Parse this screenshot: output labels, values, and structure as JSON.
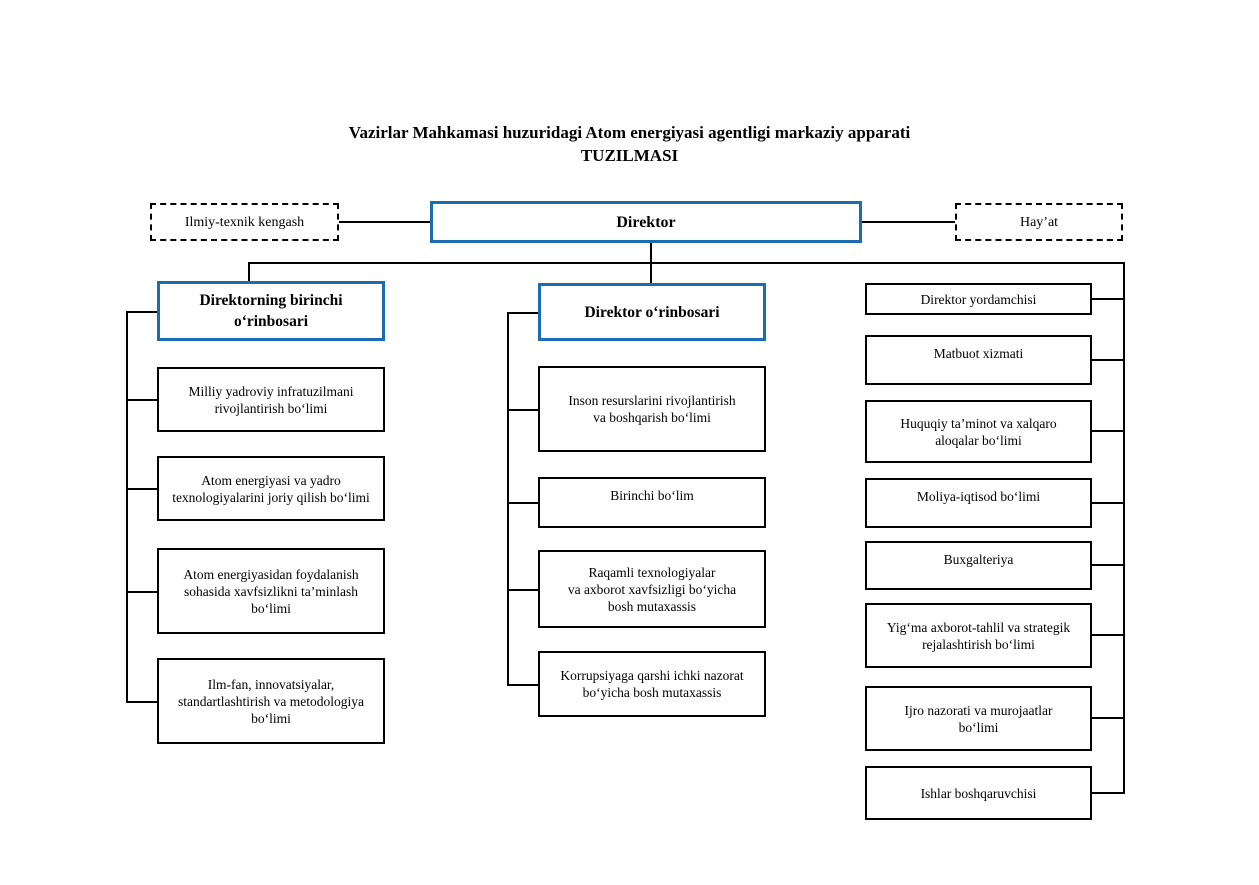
{
  "title": {
    "line1": "Vazirlar Mahkamasi huzuridagi Atom energiyasi agentligi markaziy apparati",
    "line2": "TUZILMASI"
  },
  "top_row": {
    "science_council": "Ilmiy-texnik kengash",
    "director": "Direktor",
    "board": "Hay’at"
  },
  "left_column": {
    "head": "Direktorning birinchi\no‘rinbosari",
    "items": [
      "Milliy yadroviy infratuzilmani\nrivojlantirish bo‘limi",
      "Atom energiyasi va yadro\ntexnologiyalarini joriy qilish bo‘limi",
      "Atom energiyasidan foydalanish\nsohasida xavfsizlikni ta’minlash\nbo‘limi",
      "Ilm-fan, innovatsiyalar,\nstandartlashtirish va metodologiya\nbo‘limi"
    ]
  },
  "middle_column": {
    "head": "Direktor o‘rinbosari",
    "items": [
      "Inson resurslarini rivojlantirish\nva boshqarish bo‘limi",
      "Birinchi bo‘lim",
      "Raqamli texnologiyalar\nva axborot xavfsizligi bo‘yicha\nbosh mutaxassis",
      "Korrupsiyaga qarshi ichki nazorat\nbo‘yicha bosh mutaxassis"
    ]
  },
  "right_column": {
    "items": [
      "Direktor yordamchisi",
      "Matbuot xizmati",
      "Huquqiy ta’minot va xalqaro\naloqalar bo‘limi",
      "Moliya-iqtisod bo‘limi",
      "Buxgalteriya",
      "Yig‘ma axborot-tahlil va strategik\nrejalashtirish bo‘limi",
      "Ijro nazorati va murojaatlar\nbo‘limi",
      "Ishlar boshqaruvchisi"
    ]
  },
  "colors": {
    "accent_blue": "#1b6cb1",
    "line_black": "#000000"
  }
}
